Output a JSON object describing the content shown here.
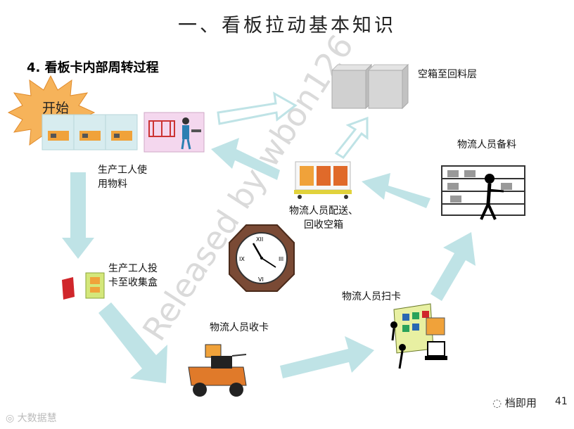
{
  "title": "一、看板拉动基本知识",
  "subtitle": "4. 看板卡内部周转过程",
  "start_label": "开始",
  "steps": {
    "worker_use": "生产工人使\n用物料",
    "worker_drop": "生产工人投\n卡至收集盒",
    "logistics_collect": "物流人员收卡",
    "logistics_scan": "物流人员扫卡",
    "logistics_prepare": "物流人员备料",
    "logistics_deliver": "物流人员配送、\n回收空箱",
    "empty_box": "空箱至回料层"
  },
  "watermark": "Released by wbon126",
  "page_number": "41",
  "wechat_label": "档即用",
  "bottom_watermark": "大数据慧",
  "colors": {
    "arrow": "#bfe3e6",
    "arrow_edge": "#8fcfd4",
    "starburst": "#f6b35a",
    "card": "#f0a23a",
    "watermark": "#d8d8d8"
  }
}
